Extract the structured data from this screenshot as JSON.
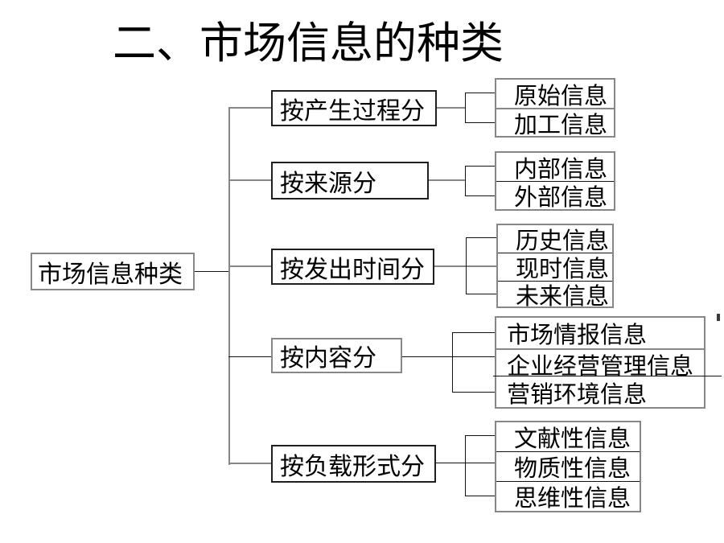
{
  "title": "二、市场信息的种类",
  "root": {
    "label": "市场信息种类"
  },
  "branches": [
    {
      "label": "按产生过程分",
      "children": [
        "原始信息",
        "加工信息"
      ]
    },
    {
      "label": "按来源分",
      "children": [
        "内部信息",
        "外部信息"
      ]
    },
    {
      "label": "按发出时间分",
      "children": [
        "历史信息",
        "现时信息",
        "未来信息"
      ]
    },
    {
      "label": "按内容分",
      "children": [
        "市场情报信息",
        "企业经营管理信息",
        "营销环境信息"
      ]
    },
    {
      "label": "按负载形式分",
      "children": [
        "文献性信息",
        "物质性信息",
        "思维性信息"
      ]
    }
  ],
  "colors": {
    "background": "#ffffff",
    "text": "#000000",
    "line_gray": "#878787",
    "line_dark": "#111111"
  }
}
